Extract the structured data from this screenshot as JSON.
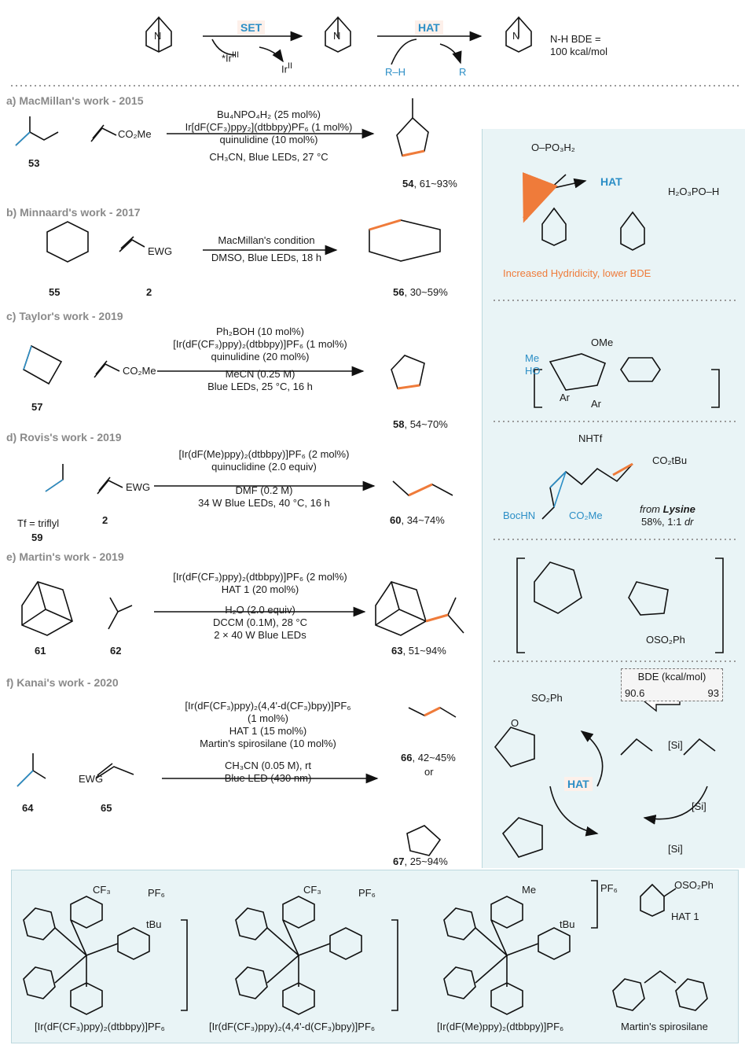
{
  "header": {
    "set": "SET",
    "hat": "HAT",
    "ir3": "*Ir",
    "ir3_sup": "III",
    "ir2": "Ir",
    "ir2_sup": "II",
    "rh": "R–H",
    "rdot": "R",
    "bde_line1": "N-H BDE =",
    "bde_line2": "100 kcal/mol"
  },
  "sections": {
    "a": {
      "title": "a) MacMillan's work - 2015",
      "cond1": "Bu₄NPO₄H₂ (25 mol%)",
      "cond2": "Ir[dF(CF₃)ppy₂](dtbbpy)PF₆ (1 mol%)",
      "cond3": "quinulidine (10 mol%)",
      "cond4": "CH₃CN, Blue LEDs, 27 °C",
      "sm1": "53",
      "product": "54",
      "yield": ", 61~93%",
      "reagent": "CO₂Me"
    },
    "b": {
      "title": "b) Minnaard's work - 2017",
      "cond1": "MacMillan's condition",
      "cond2": "DMSO, Blue LEDs, 18 h",
      "sm1": "55",
      "sm2": "2",
      "product": "56",
      "yield": ", 30~59%",
      "reagent": "EWG"
    },
    "c": {
      "title": "c) Taylor's work - 2019",
      "cond1": "Ph₂BOH (10 mol%)",
      "cond2": "[Ir(dF(CF₃)ppy)₂(dtbbpy)]PF₆ (1 mol%)",
      "cond3": "quinulidine (20 mol%)",
      "cond4": "MeCN (0.25 M)",
      "cond5": "Blue LEDs, 25 °C, 16 h",
      "sm1": "57",
      "product": "58",
      "yield": ", 54~70%",
      "reagent": "CO₂Me"
    },
    "d": {
      "title": "d) Rovis's work - 2019",
      "cond1": "[Ir(dF(Me)ppy)₂(dtbbpy)]PF₆ (2 mol%)",
      "cond2": "quinuclidine (2.0 equiv)",
      "cond3": "DMF (0.2 M)",
      "cond4": "34 W Blue LEDs, 40 °C, 16 h",
      "sm1": "59",
      "sm2": "2",
      "tf": "Tf = triflyl",
      "product": "60",
      "yield": ", 34~74%",
      "reagent": "EWG"
    },
    "e": {
      "title": "e) Martin's work - 2019",
      "cond1": "[Ir(dF(CF₃)ppy)₂(dtbbpy)]PF₆ (2 mol%)",
      "cond2": "HAT 1 (20 mol%)",
      "cond3": "H₂O (2.0 equiv)",
      "cond4": "DCCM (0.1M), 28 °C",
      "cond5": "2 × 40 W Blue LEDs",
      "sm1": "61",
      "sm2": "62",
      "product": "63",
      "yield": ", 51~94%"
    },
    "f": {
      "title": "f) Kanai's work - 2020",
      "cond1": "[Ir(dF(CF₃)ppy)₂(4,4'-d(CF₃)bpy)]PF₆",
      "cond2": "(1 mol%)",
      "cond3": "HAT 1 (15 mol%)",
      "cond4": "Martin's spirosilane (10 mol%)",
      "cond5": "CH₃CN (0.05 M), rt",
      "cond6": "Blue LED (430 nm)",
      "sm1": "64",
      "sm2": "65",
      "product1": "66",
      "yield1": ", 42~45%",
      "or": "or",
      "product2": "67",
      "yield2": ", 25~94%"
    }
  },
  "side": {
    "a_note": "Increased Hydridicity, lower BDE",
    "a_hat": "HAT",
    "a_po3h2": "O–PO₃H₂",
    "a_h2o3po": "H₂O₃PO–H",
    "c_ome": "OMe",
    "c_me": "Me",
    "c_ho": "HO",
    "c_ar1": "Ar",
    "c_ar2": "Ar",
    "d_nhtf": "NHTf",
    "d_co2tbu": "CO₂tBu",
    "d_bochn": "BocHN",
    "d_co2me": "CO₂Me",
    "d_from": "from ",
    "d_lysine": "Lysine",
    "d_yield": "58%, 1:1 ",
    "d_dr": "dr",
    "e_oso2ph": "OSO₂Ph",
    "f_bde": "BDE (kcal/mol)",
    "f_bde1": "90.6",
    "f_bde2": "93",
    "f_hat": "HAT",
    "f_si": "[Si]",
    "f_oso2ph": "O",
    "f_so2ph": "SO₂Ph"
  },
  "catalysts": {
    "c1": "[Ir(dF(CF₃)ppy)₂(dtbbpy)]PF₆",
    "c2": "[Ir(dF(CF₃)ppy)₂(4,4'-d(CF₃)bpy)]PF₆",
    "c3": "[Ir(dF(Me)ppy)₂(dtbbpy)]PF₆",
    "hat1_label": "HAT 1",
    "hat1_group": "OSO₂Ph",
    "spiro": "Martin's spirosilane",
    "pf6": "PF₆",
    "cf3": "CF₃",
    "tbu": "tBu",
    "me": "Me"
  },
  "colors": {
    "blue": "#2b8ec6",
    "orange": "#ef7b3a",
    "panel": "#e9f4f6"
  }
}
